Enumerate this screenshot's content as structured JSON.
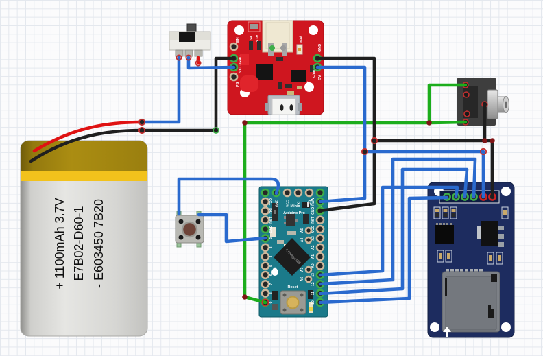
{
  "colors": {
    "red": "#df1212",
    "black": "#1f1f1f",
    "blue": "#2a6ace",
    "green": "#1cad1c",
    "junction": "#7f1416",
    "ring": "#c22f2f",
    "board_red": "#cf161f",
    "board_teal": "#1b7a8a",
    "board_navy": "#1d2c5f",
    "battery_gold": "#a18410",
    "battery_yellow": "#f2c21c",
    "pin_green": "#3fae49",
    "pin_tan": "#cdb79b",
    "pin_red": "#cc2222"
  },
  "battery": {
    "line1": "- E603450 7B20",
    "line2": "E7B02-D60-1",
    "line3": "+ 1100mAh 3.7V"
  },
  "charger": {
    "en": "EN",
    "vcc_gnd": "VCC GND",
    "ps": "PS",
    "gnd": "GND",
    "charge": "charge",
    "v5": "5V",
    "jumper_5v": "5V",
    "jumper_3v3": "3.3V",
    "stat": "stat"
  },
  "arduino": {
    "title1": "Mini",
    "title2": "Arduino Pro",
    "chip": "ATmega328",
    "reset": "Reset",
    "top_pins": [
      "BLK",
      "GND",
      "VCC",
      "RXI",
      "TXO",
      "GRN"
    ],
    "left_pins": [
      "TXO",
      "RXI",
      "RST",
      "GND",
      "2",
      "3",
      "4",
      "5",
      "6",
      "7",
      "8",
      "9"
    ],
    "right_pins": [
      "RAW",
      "GND",
      "RST",
      "VCC",
      "A3",
      "A2",
      "A1",
      "A0",
      "13",
      "12",
      "11",
      "10"
    ],
    "inner_pins": [
      "A5",
      "A4",
      "A7",
      "A6"
    ]
  }
}
